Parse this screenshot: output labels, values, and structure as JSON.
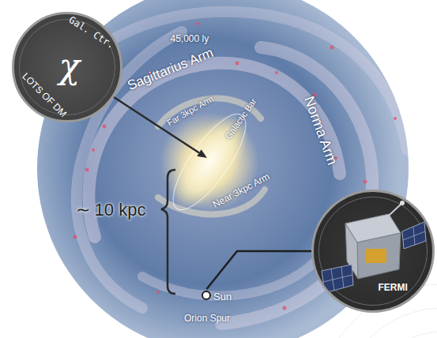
{
  "diagram": {
    "nodes": [
      {
        "text": [
          "Gal. Ctr.",
          "χ",
          "LOTS OF DM"
        ]
      },
      {
        "text": [
          "Sun"
        ]
      },
      {
        "text": [
          "FERMI"
        ]
      }
    ],
    "edges": [
      {
        "from": 1,
        "to": 2,
        "arrow": "none"
      }
    ],
    "labels": [
      "45,000 ly",
      "Sagittarius Arm",
      "Far 3kpc Arm",
      "Galactic Bar",
      "Norma Arm",
      "Near 3kpc Arm",
      "∼ 10 kpc",
      "Orion Spur"
    ]
  }
}
